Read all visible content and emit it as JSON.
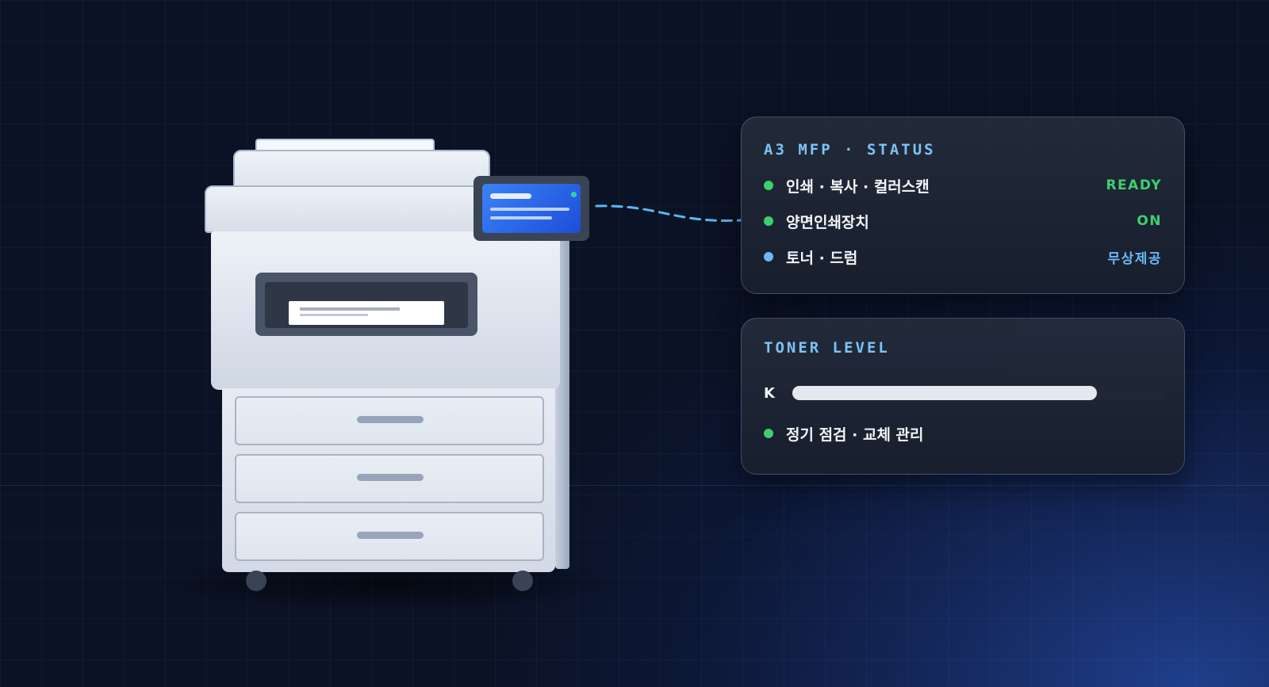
{
  "status_card": {
    "title": "A3 MFP · STATUS",
    "rows": [
      {
        "label": "인쇄 · 복사 · 컬러스캔",
        "value": "READY",
        "dot_color": "#3ecf6e",
        "value_color": "#3ecf6e"
      },
      {
        "label": "양면인쇄장치",
        "value": "ON",
        "dot_color": "#3ecf6e",
        "value_color": "#3ecf6e"
      },
      {
        "label": "토너 · 드럼",
        "value": "무상제공",
        "dot_color": "#6bb8f5",
        "value_color": "#6bb8f5"
      }
    ]
  },
  "toner_card": {
    "title": "TONER LEVEL",
    "channel_label": "K",
    "level_percent": 82,
    "note": "정기 점검 · 교체 관리",
    "note_dot_color": "#3ecf6e"
  },
  "colors": {
    "accent": "#7cc3f4",
    "ready_green": "#3ecf6e",
    "info_blue": "#6bb8f5"
  },
  "illustration": {
    "device": "printer-illustration",
    "connector": "dashed-connector-line"
  }
}
